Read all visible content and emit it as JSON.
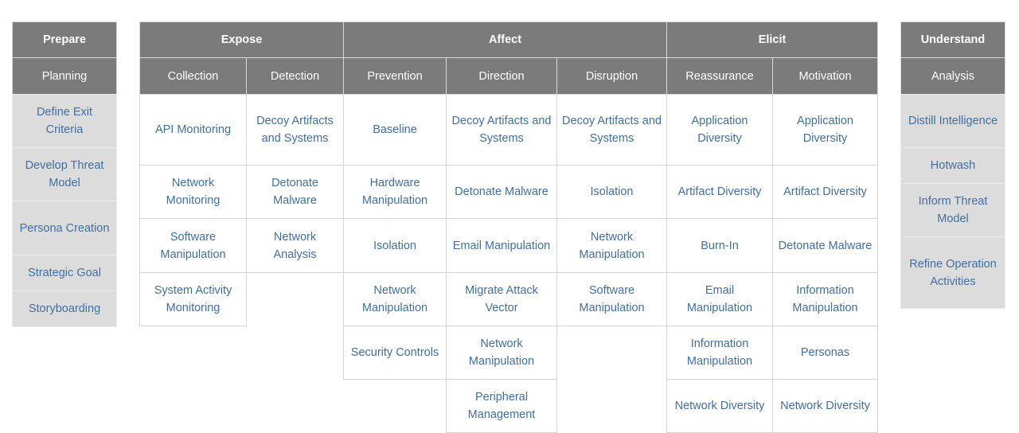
{
  "tactics": [
    {
      "label": "Prepare"
    },
    {
      "label": "Expose"
    },
    {
      "label": "Affect"
    },
    {
      "label": "Elicit"
    },
    {
      "label": "Understand"
    }
  ],
  "columns": [
    {
      "header": "Planning",
      "items": [
        "Define Exit Criteria",
        "Develop Threat Model",
        "Persona Creation",
        "Strategic Goal",
        "Storyboarding"
      ]
    },
    {
      "header": "Collection",
      "items": [
        "API Monitoring",
        "Network Monitoring",
        "Software Manipulation",
        "System Activity Monitoring"
      ]
    },
    {
      "header": "Detection",
      "items": [
        "Decoy Artifacts and Systems",
        "Detonate Malware",
        "Network Analysis"
      ]
    },
    {
      "header": "Prevention",
      "items": [
        "Baseline",
        "Hardware Manipulation",
        "Isolation",
        "Network Manipulation",
        "Security Controls"
      ]
    },
    {
      "header": "Direction",
      "items": [
        "Decoy Artifacts and Systems",
        "Detonate Malware",
        "Email Manipulation",
        "Migrate Attack Vector",
        "Network Manipulation",
        "Peripheral Management"
      ]
    },
    {
      "header": "Disruption",
      "items": [
        "Decoy Artifacts and Systems",
        "Isolation",
        "Network Manipulation",
        "Software Manipulation"
      ]
    },
    {
      "header": "Reassurance",
      "items": [
        "Application Diversity",
        "Artifact Diversity",
        "Burn-In",
        "Email Manipulation",
        "Information Manipulation",
        "Network Diversity"
      ]
    },
    {
      "header": "Motivation",
      "items": [
        "Application Diversity",
        "Artifact Diversity",
        "Detonate Malware",
        "Information Manipulation",
        "Personas",
        "Network Diversity"
      ]
    },
    {
      "header": "Analysis",
      "items": [
        "Distill Intelligence",
        "Hotwash",
        "Inform Threat Model",
        "Refine Operation Activities"
      ]
    }
  ]
}
